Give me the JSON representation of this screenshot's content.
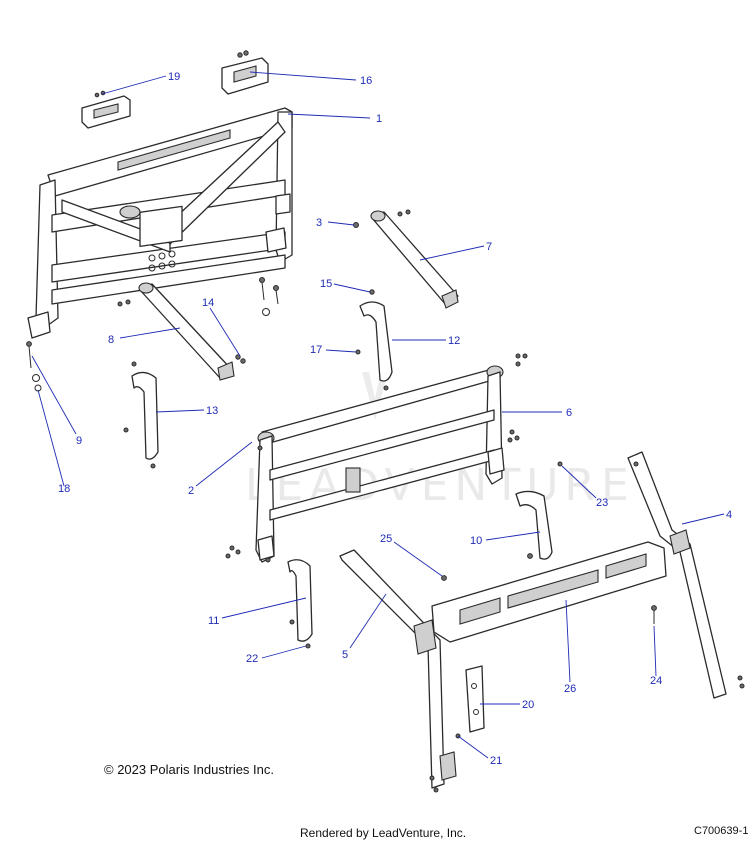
{
  "copyright": "© 2023 Polaris Industries Inc.",
  "rendered_by": "Rendered by LeadVenture, Inc.",
  "drawing_code": "C700639-1",
  "watermark": "LEADVENTURE",
  "callouts": [
    {
      "id": "c1",
      "label": "1"
    },
    {
      "id": "c2",
      "label": "2"
    },
    {
      "id": "c3",
      "label": "3"
    },
    {
      "id": "c4",
      "label": "4"
    },
    {
      "id": "c5",
      "label": "5"
    },
    {
      "id": "c6",
      "label": "6"
    },
    {
      "id": "c7",
      "label": "7"
    },
    {
      "id": "c8",
      "label": "8"
    },
    {
      "id": "c9",
      "label": "9"
    },
    {
      "id": "c10",
      "label": "10"
    },
    {
      "id": "c11",
      "label": "11"
    },
    {
      "id": "c12",
      "label": "12"
    },
    {
      "id": "c13",
      "label": "13"
    },
    {
      "id": "c14",
      "label": "14"
    },
    {
      "id": "c15",
      "label": "15"
    },
    {
      "id": "c16",
      "label": "16"
    },
    {
      "id": "c17",
      "label": "17"
    },
    {
      "id": "c18",
      "label": "18"
    },
    {
      "id": "c19",
      "label": "19"
    },
    {
      "id": "c20",
      "label": "20"
    },
    {
      "id": "c21",
      "label": "21"
    },
    {
      "id": "c22",
      "label": "22"
    },
    {
      "id": "c23",
      "label": "23"
    },
    {
      "id": "c24",
      "label": "24"
    },
    {
      "id": "c25",
      "label": "25"
    },
    {
      "id": "c26",
      "label": "26"
    }
  ],
  "colors": {
    "callout": "#1f2bb5",
    "line_art": "#2b2b2b"
  }
}
